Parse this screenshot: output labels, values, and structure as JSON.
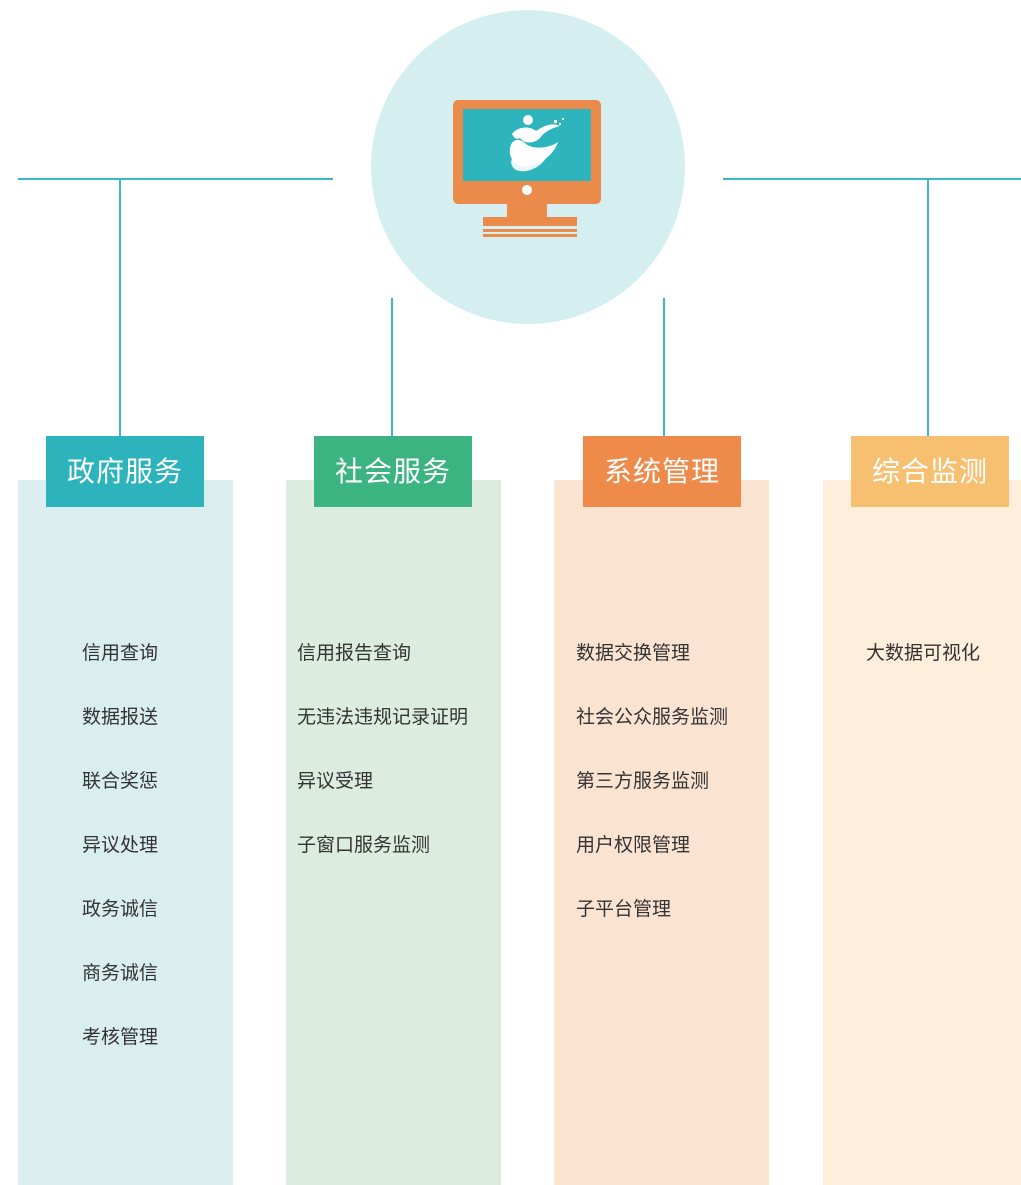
{
  "colors": {
    "line": "#3bb8c2",
    "hub": "#d5eff0",
    "monitor_frame": "#ea8a4b",
    "monitor_screen": "#2db4bd"
  },
  "center": {
    "icon": "monitor-logo-icon"
  },
  "columns": [
    {
      "title": "政府服务",
      "header_color": "#2cb3bc",
      "bg_color": "#daeef0",
      "items": [
        "信用查询",
        "数据报送",
        "联合奖惩",
        "异议处理",
        "政务诚信",
        "商务诚信",
        "考核管理"
      ]
    },
    {
      "title": "社会服务",
      "header_color": "#3cb482",
      "bg_color": "#dcede0",
      "items": [
        "信用报告查询",
        "无违法违规记录证明",
        "异议受理",
        "子窗口服务监测"
      ]
    },
    {
      "title": "系统管理",
      "header_color": "#ee8a4a",
      "bg_color": "#fbe3d2",
      "items": [
        "数据交换管理",
        "社会公众服务监测",
        "第三方服务监测",
        "用户权限管理",
        "子平台管理"
      ]
    },
    {
      "title": "综合监测",
      "header_color": "#f7c070",
      "bg_color": "#fdefdb",
      "items": [
        "大数据可视化"
      ]
    }
  ]
}
